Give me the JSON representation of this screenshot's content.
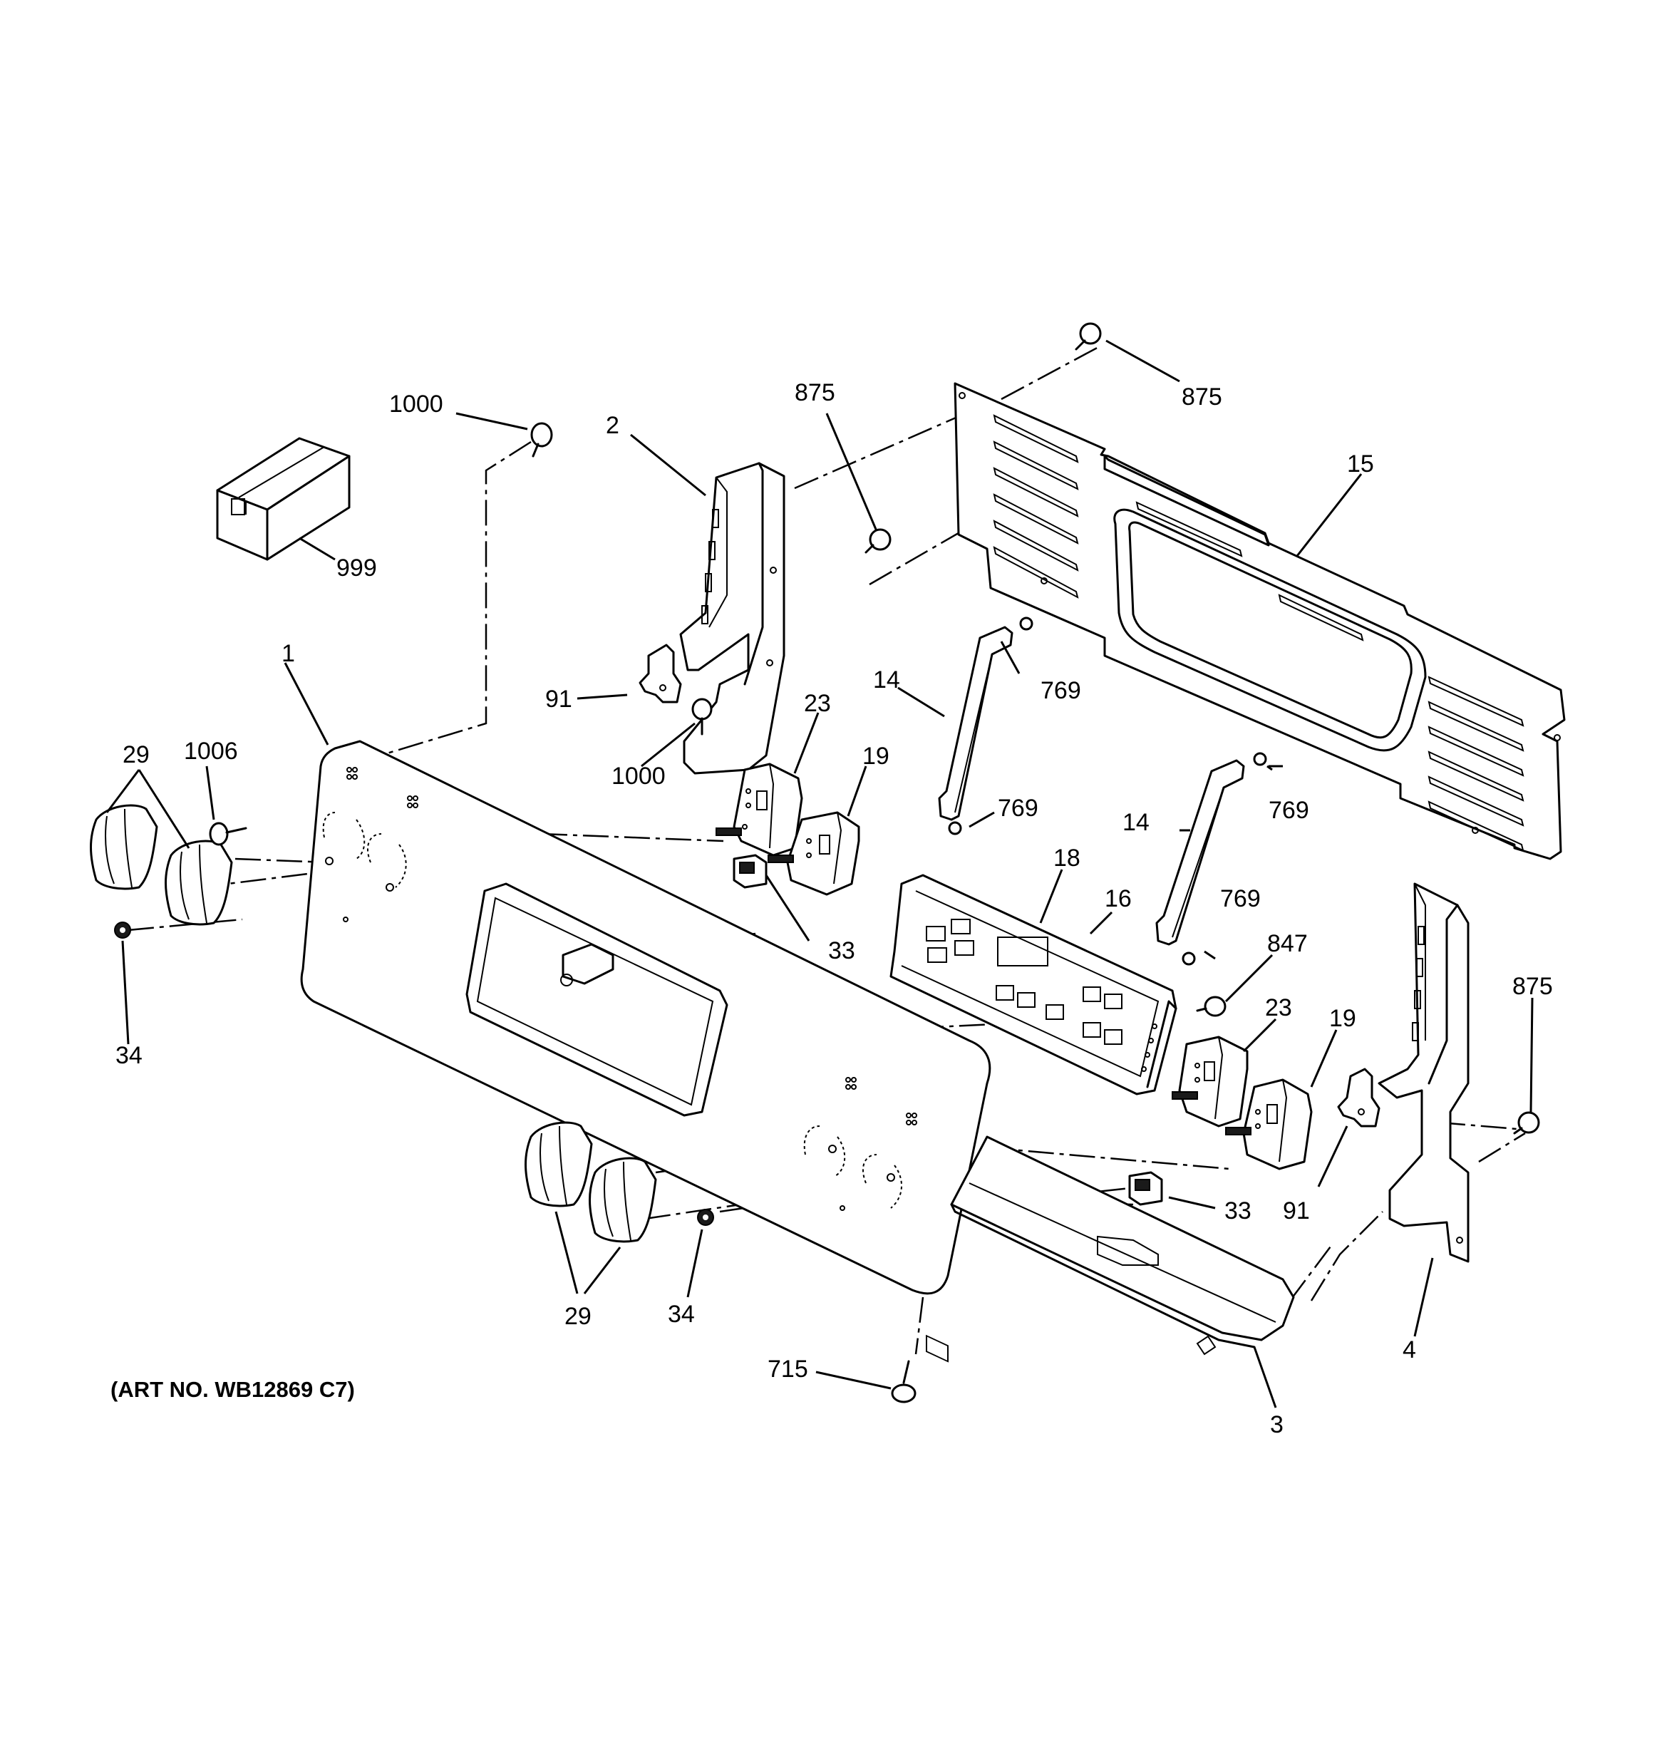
{
  "art_number": "(ART NO. WB12869 C7)",
  "callouts": [
    {
      "id": "c1000a",
      "label": "1000"
    },
    {
      "id": "c2",
      "label": "2"
    },
    {
      "id": "c875a",
      "label": "875"
    },
    {
      "id": "c875b",
      "label": "875"
    },
    {
      "id": "c15",
      "label": "15"
    },
    {
      "id": "c999",
      "label": "999"
    },
    {
      "id": "c1",
      "label": "1"
    },
    {
      "id": "c91a",
      "label": "91"
    },
    {
      "id": "c23a",
      "label": "23"
    },
    {
      "id": "c19a",
      "label": "19"
    },
    {
      "id": "c14a",
      "label": "14"
    },
    {
      "id": "c769a",
      "label": "769"
    },
    {
      "id": "c29a",
      "label": "29"
    },
    {
      "id": "c1006",
      "label": "1006"
    },
    {
      "id": "c1000b",
      "label": "1000"
    },
    {
      "id": "c769b",
      "label": "769"
    },
    {
      "id": "c14b",
      "label": "14"
    },
    {
      "id": "c769c",
      "label": "769"
    },
    {
      "id": "c18",
      "label": "18"
    },
    {
      "id": "c16",
      "label": "16"
    },
    {
      "id": "c769d",
      "label": "769"
    },
    {
      "id": "c33a",
      "label": "33"
    },
    {
      "id": "c34a",
      "label": "34"
    },
    {
      "id": "c847",
      "label": "847"
    },
    {
      "id": "c875c",
      "label": "875"
    },
    {
      "id": "c23b",
      "label": "23"
    },
    {
      "id": "c19b",
      "label": "19"
    },
    {
      "id": "c33b",
      "label": "33"
    },
    {
      "id": "c91b",
      "label": "91"
    },
    {
      "id": "c29b",
      "label": "29"
    },
    {
      "id": "c34b",
      "label": "34"
    },
    {
      "id": "c4",
      "label": "4"
    },
    {
      "id": "c715",
      "label": "715"
    },
    {
      "id": "c3",
      "label": "3"
    }
  ]
}
